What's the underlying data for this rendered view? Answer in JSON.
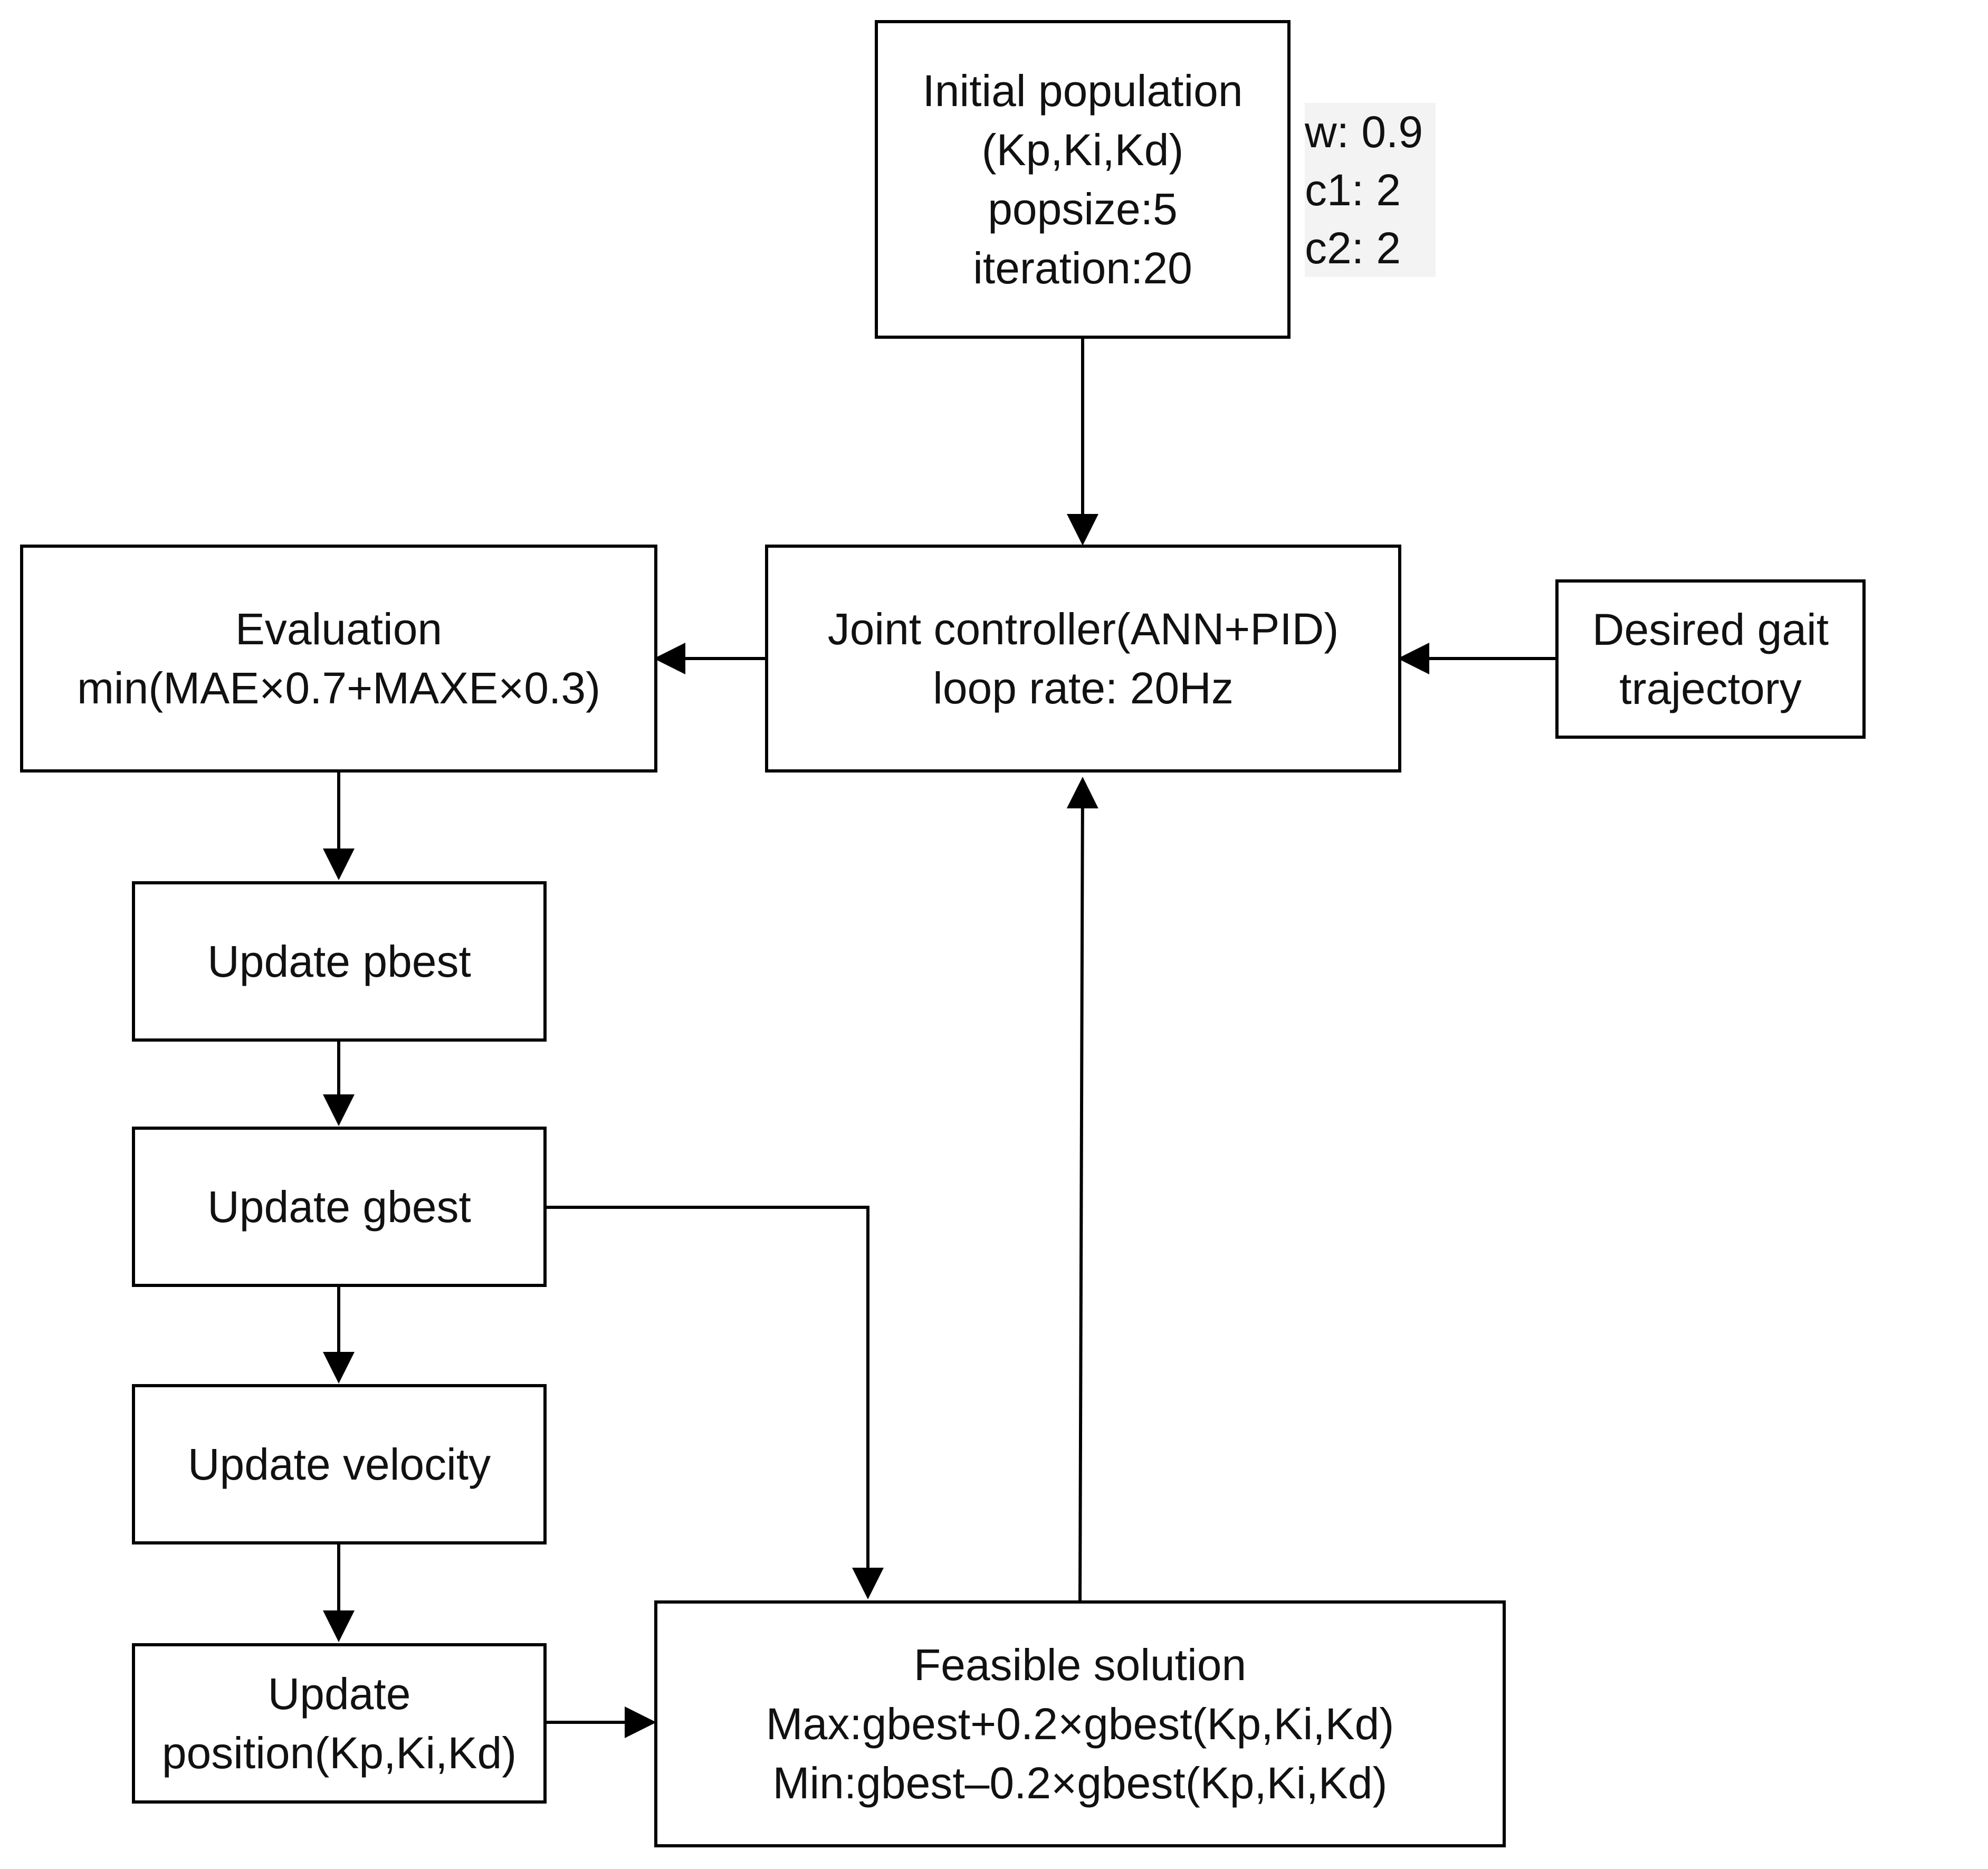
{
  "nodes": {
    "initial_population": {
      "lines": [
        "Initial population",
        "(Kp,Ki,Kd)",
        "popsize:5",
        "iteration:20"
      ]
    },
    "pso_params": {
      "lines": [
        "w: 0.9",
        "c1: 2",
        "c2: 2"
      ]
    },
    "evaluation": {
      "lines": [
        "Evaluation",
        "min(MAE×0.7+MAXE×0.3)"
      ]
    },
    "joint_controller": {
      "lines": [
        "Joint controller(ANN+PID)",
        "loop rate: 20Hz"
      ]
    },
    "desired_gait": {
      "lines": [
        "Desired gait",
        "trajectory"
      ]
    },
    "update_pbest": {
      "lines": [
        "Update pbest"
      ]
    },
    "update_gbest": {
      "lines": [
        "Update gbest"
      ]
    },
    "update_velocity": {
      "lines": [
        "Update velocity"
      ]
    },
    "update_position": {
      "lines": [
        "Update",
        "position(Kp,Ki,Kd)"
      ]
    },
    "feasible_solution": {
      "lines": [
        "Feasible solution",
        "Max:gbest+0.2×gbest(Kp,Ki,Kd)",
        "Min:gbest–0.2×gbest(Kp,Ki,Kd)"
      ]
    }
  },
  "edges": [
    {
      "from": "initial_population",
      "to": "joint_controller"
    },
    {
      "from": "joint_controller",
      "to": "evaluation"
    },
    {
      "from": "desired_gait",
      "to": "joint_controller"
    },
    {
      "from": "evaluation",
      "to": "update_pbest"
    },
    {
      "from": "update_pbest",
      "to": "update_gbest"
    },
    {
      "from": "update_gbest",
      "to": "update_velocity"
    },
    {
      "from": "update_gbest",
      "to": "feasible_solution"
    },
    {
      "from": "update_velocity",
      "to": "update_position"
    },
    {
      "from": "update_position",
      "to": "feasible_solution"
    },
    {
      "from": "feasible_solution",
      "to": "joint_controller"
    }
  ]
}
